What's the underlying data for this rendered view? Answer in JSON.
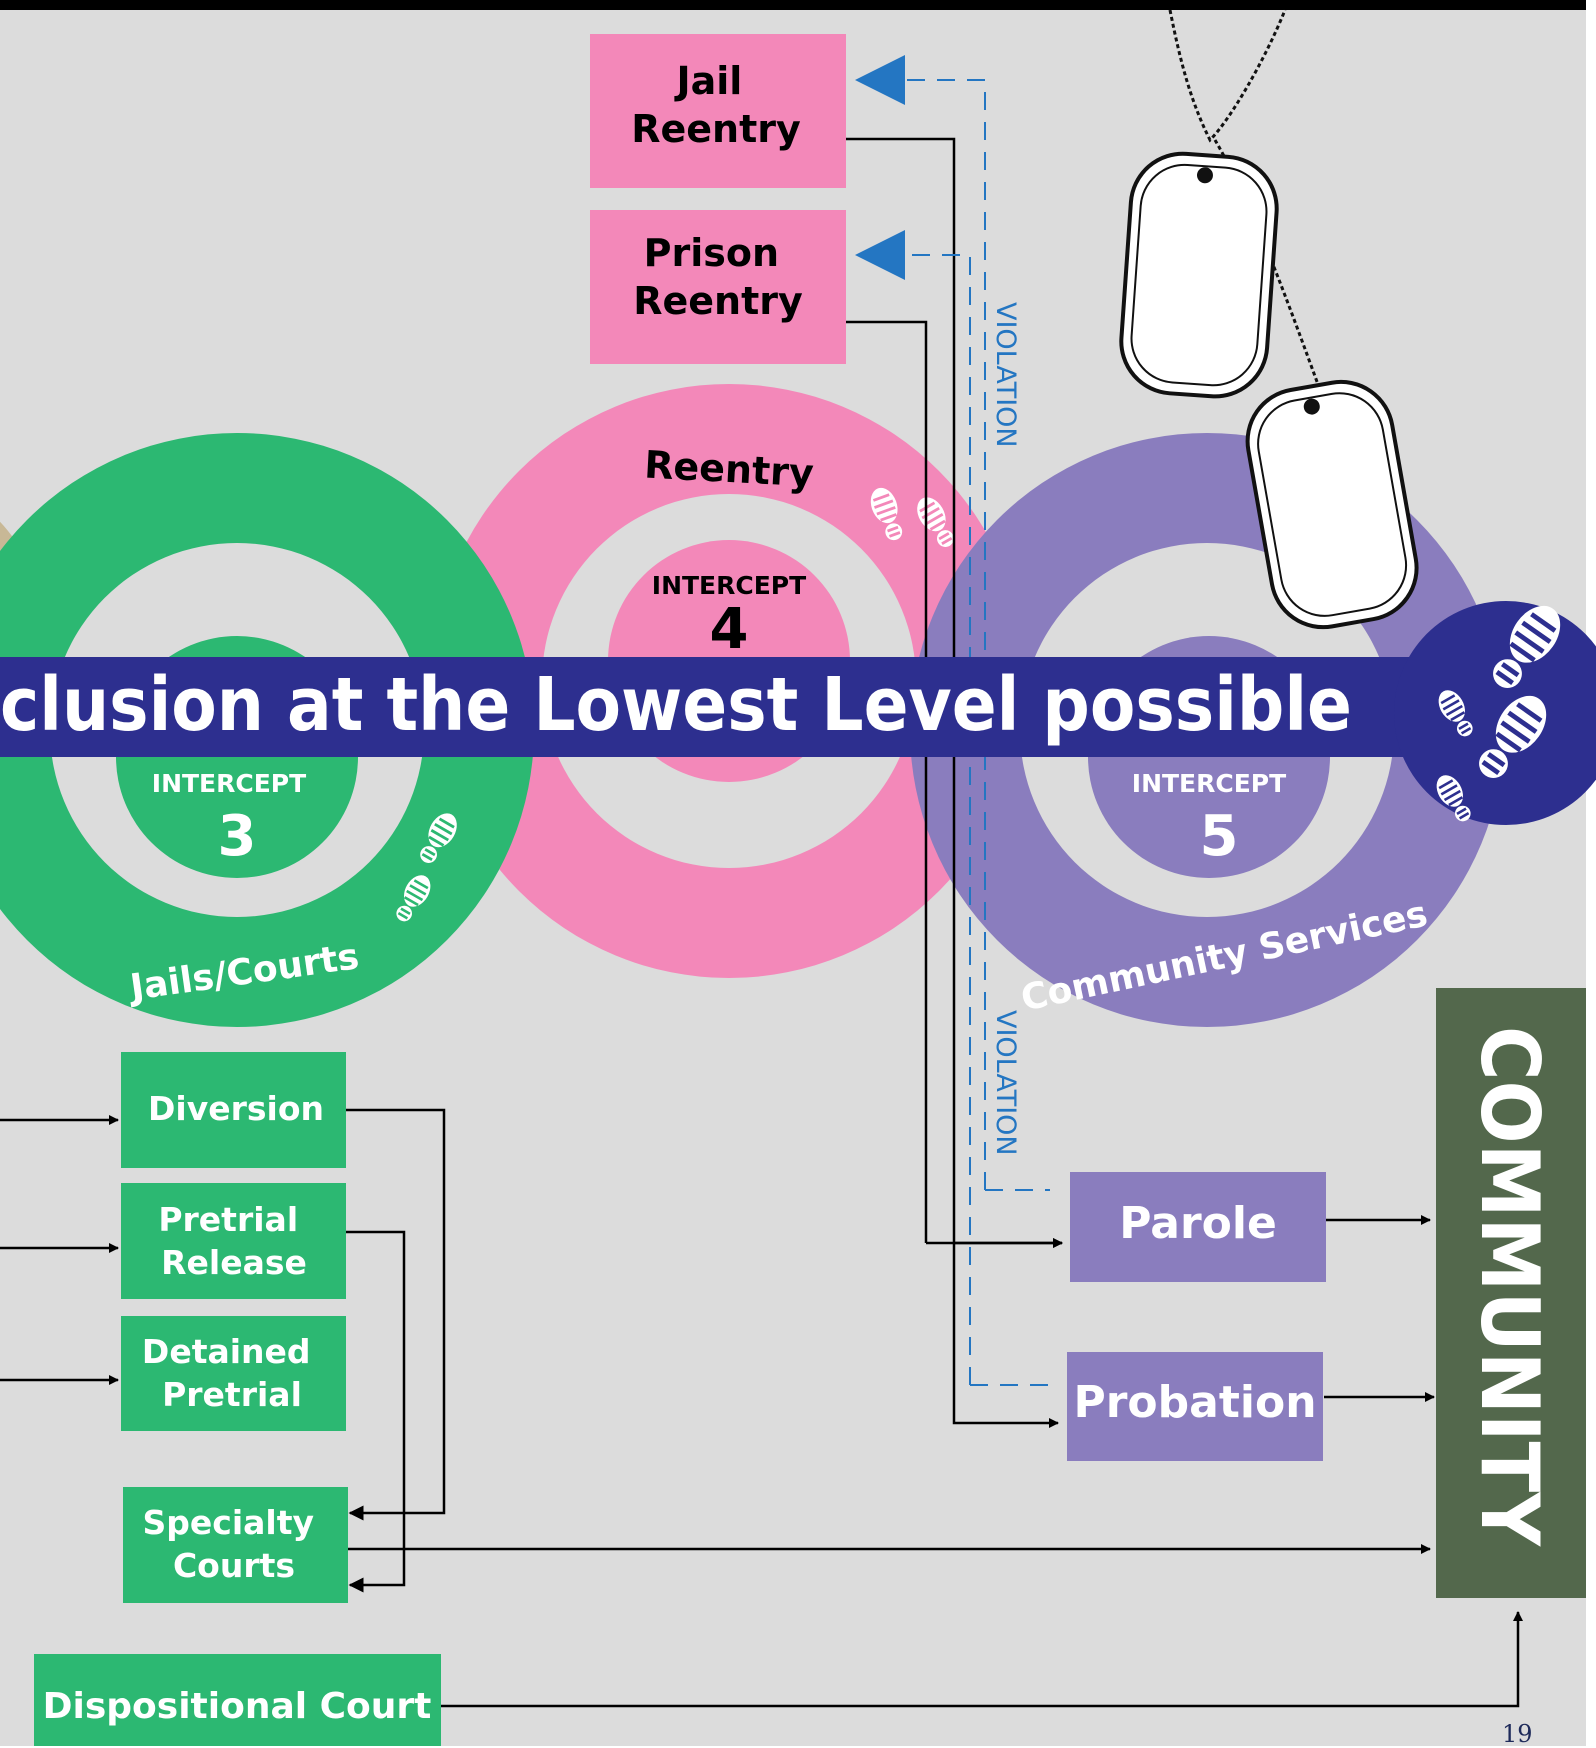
{
  "colors": {
    "background": "#dcdcdc",
    "pink": "#f388b9",
    "green": "#2cb872",
    "purple": "#8a7dbe",
    "navy": "#2d2f8f",
    "community": "#53684c",
    "violation_blue": "#2476c2",
    "tan": "#c8b896"
  },
  "banner": {
    "text": "clusion at the Lowest Level possible"
  },
  "intercepts": {
    "i3": {
      "label": "INTERCEPT",
      "number": "3",
      "ring_label": "Jails/Courts"
    },
    "i4": {
      "label": "INTERCEPT",
      "number": "4",
      "ring_label": "Reentry"
    },
    "i5": {
      "label": "INTERCEPT",
      "number": "5",
      "ring_label": "Community Services"
    }
  },
  "boxes": {
    "jail_reentry": [
      "Jail",
      "Reentry"
    ],
    "prison_reentry": [
      "Prison",
      "Reentry"
    ],
    "diversion": [
      "Diversion"
    ],
    "pretrial_release": [
      "Pretrial",
      "Release"
    ],
    "detained_pretrial": [
      "Detained",
      "Pretrial"
    ],
    "specialty_courts": [
      "Specialty",
      "Courts"
    ],
    "dispositional_court": [
      "Dispositional Court"
    ],
    "parole": [
      "Parole"
    ],
    "probation": [
      "Probation"
    ]
  },
  "community": {
    "label": "COMMUNITY"
  },
  "violation_labels": [
    "VIOLATION",
    "VIOLATION"
  ],
  "page_number": "19",
  "icons": [
    "footprints-icon",
    "footprints-icon",
    "footprints-icon",
    "dog-tags-icon"
  ]
}
